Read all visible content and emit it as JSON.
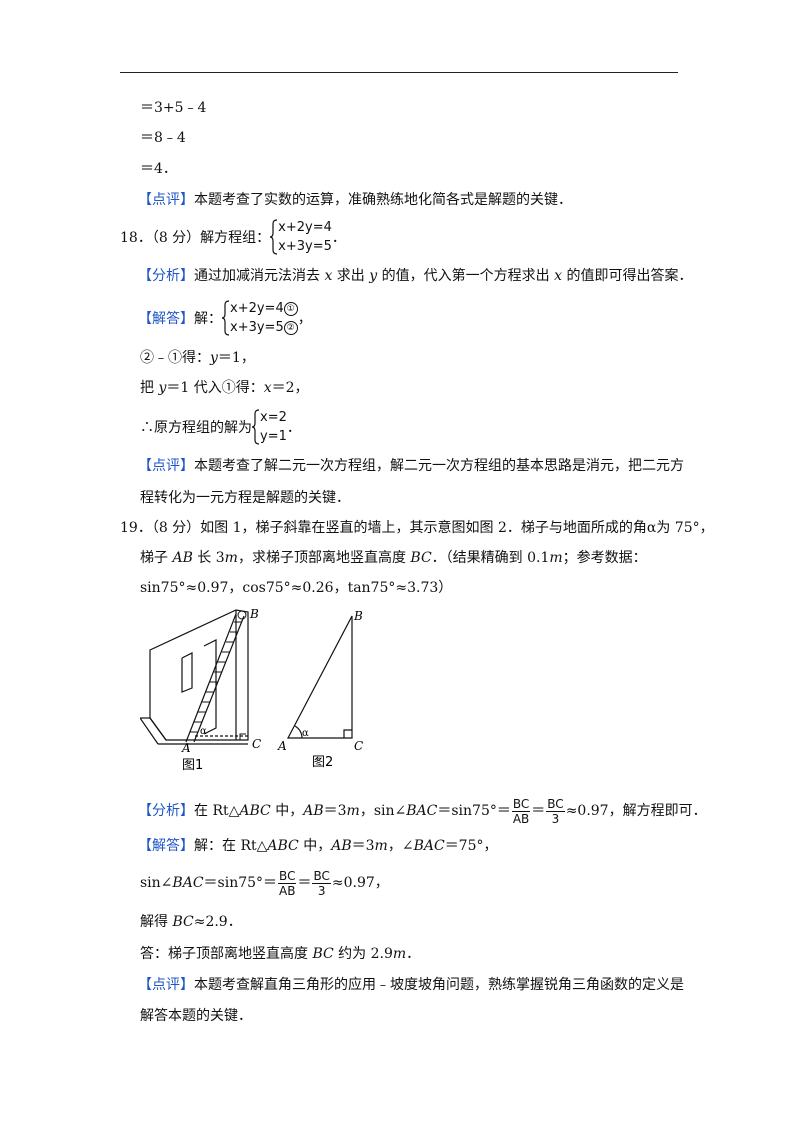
{
  "lines": {
    "l1": "＝3+5﹣4",
    "l2": "＝8﹣4",
    "l3": "＝4．",
    "c17_tag": "【点评】",
    "c17_text": "本题考查了实数的运算，准确熟练地化简各式是解题的关键．",
    "q18_head": "18．（8 分）解方程组：",
    "q18_eq1": "x+2y=4",
    "q18_eq2": "x+3y=5",
    "q18_end": "．",
    "a18_tag": "【分析】",
    "a18_p1": "通过加减消元法消去 ",
    "a18_x": "x",
    "a18_p2": " 求出 ",
    "a18_y": "y",
    "a18_p3": " 的值，代入第一个方程求出 ",
    "a18_x2": "x",
    "a18_p4": " 的值即可得出答案．",
    "s18_tag": "【解答】",
    "s18_text": "解：",
    "s18_eq1": "x+2y=4",
    "s18_eq2": "x+3y=5",
    "s18_c1": "①",
    "s18_c2": "②",
    "s18_end": "，",
    "st1_a": "②﹣①得：",
    "st1_y": "y",
    "st1_b": "＝1，",
    "st2_a": "把 ",
    "st2_y": "y",
    "st2_b": "＝1 代入①得：",
    "st2_x": "x",
    "st2_c": "＝2，",
    "st3": "∴原方程组的解为",
    "st3_eq1": "x=2",
    "st3_eq2": "y=1",
    "st3_end": "．",
    "c18_tag": "【点评】",
    "c18_text1": "本题考查了解二元一次方程组，解二元一次方程组的基本思路是消元，把二元方",
    "c18_text2": "程转化为一元方程是解题的关键．",
    "q19_1": "19．（8 分）如图 1，梯子斜靠在竖直的墙上，其示意图如图 2．梯子与地面所成的角α为 75°，",
    "q19_2a": "梯子 ",
    "q19_2ab": "AB",
    "q19_2b": " 长 3",
    "q19_2m": "m",
    "q19_2c": "，求梯子顶部离地竖直高度 ",
    "q19_2bc": "BC",
    "q19_2d": "．（结果精确到 0.1",
    "q19_2m2": "m",
    "q19_2e": "；参考数据：",
    "q19_3": "sin75°≈0.97，cos75°≈0.26，tan75°≈3.73）",
    "a19_tag": "【分析】",
    "a19_p1": "在 Rt△",
    "a19_abc": "ABC",
    "a19_p2": " 中，",
    "a19_ab": "AB",
    "a19_p3": "＝3",
    "a19_m": "m",
    "a19_p4": "，sin∠",
    "a19_bac": "BAC",
    "a19_p5": "＝sin75°＝",
    "a19_p6": "≈0.97，解方程即可．",
    "s19_tag": "【解答】",
    "s19_p1": "解：在 Rt△",
    "s19_abc": "ABC",
    "s19_p2": " 中，",
    "s19_ab": "AB",
    "s19_p3": "＝3",
    "s19_m": "m",
    "s19_p4": "，∠",
    "s19_bac": "BAC",
    "s19_p5": "＝75°，",
    "s19_l2a": "sin∠",
    "s19_l2bac": "BAC",
    "s19_l2b": "＝sin75°＝",
    "s19_l2c": "≈0.97，",
    "s19_l3a": "解得 ",
    "s19_l3bc": "BC",
    "s19_l3b": "≈2.9．",
    "s19_l4a": "答：梯子顶部离地竖直高度 ",
    "s19_l4bc": "BC",
    "s19_l4b": " 约为 2.9",
    "s19_l4m": "m",
    "s19_l4c": "．",
    "c19_tag": "【点评】",
    "c19_text1": "本题考查解直角三角形的应用﹣坡度坡角问题，熟练掌握锐角三角函数的定义是",
    "c19_text2": "解答本题的关键．",
    "frac_bc": "BC",
    "frac_ab": "AB",
    "frac_3": "3"
  },
  "figure": {
    "fig1_label": "图1",
    "fig2_label": "图2",
    "label_B": "B",
    "label_C": "C",
    "label_A": "A",
    "label_alpha": "α"
  }
}
